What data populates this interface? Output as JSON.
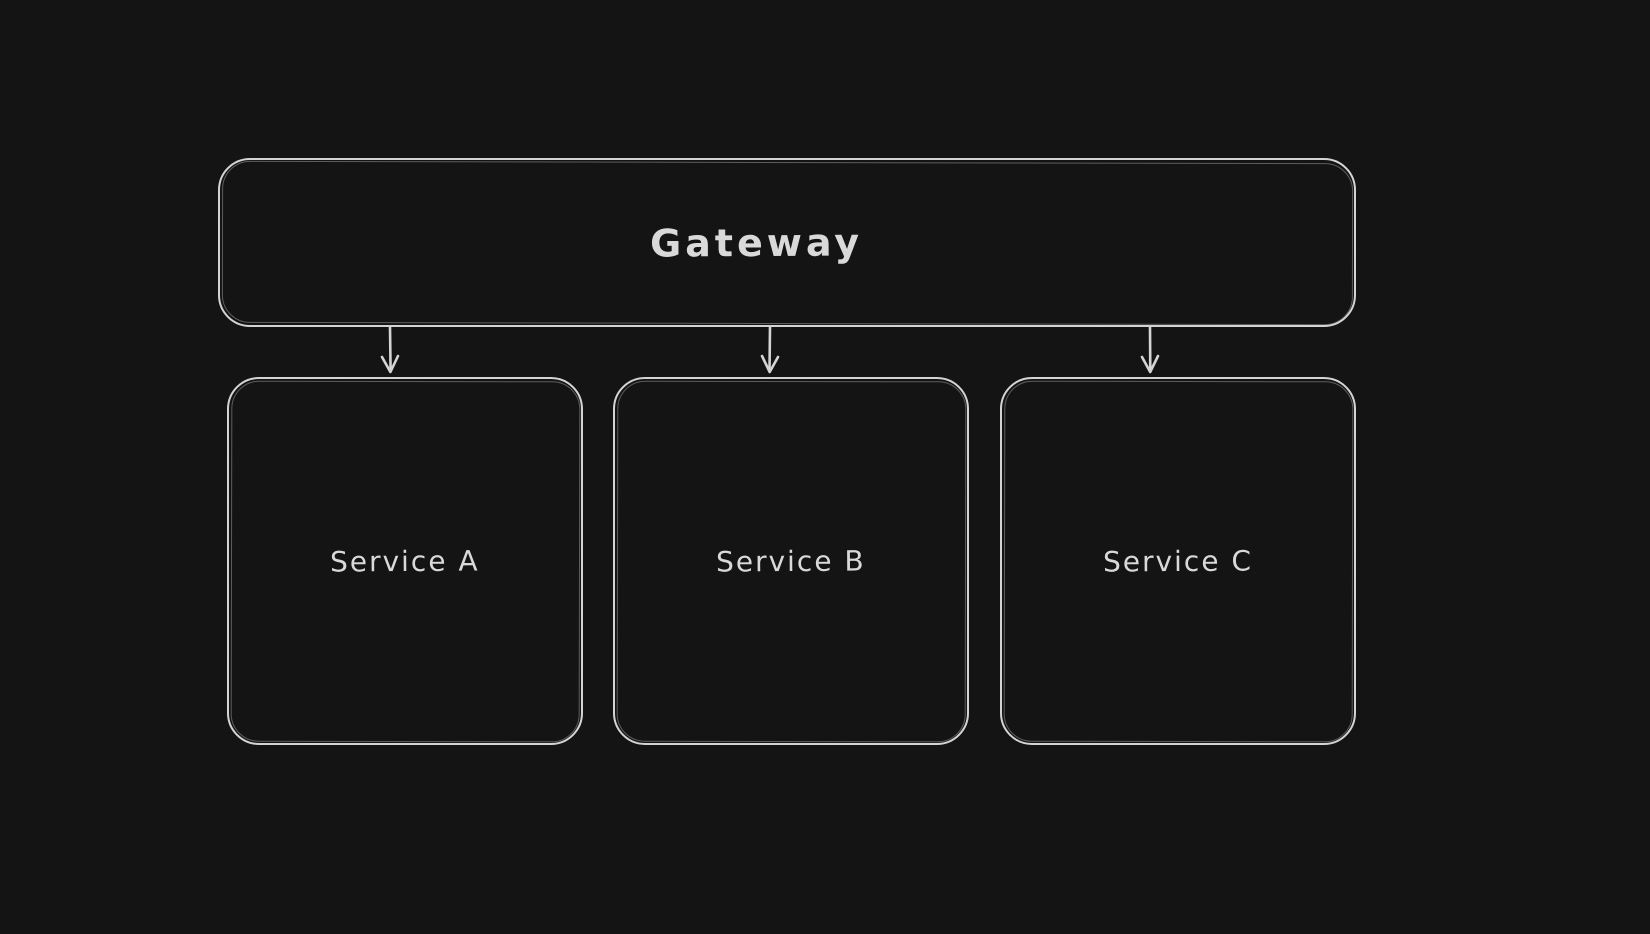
{
  "theme": {
    "background": "#141414",
    "stroke": "#d4d4d4",
    "text": "#d9d9d9"
  },
  "diagram": {
    "type": "flowchart",
    "style": "hand-drawn",
    "nodes": {
      "gateway": {
        "label": "Gateway"
      },
      "service_a": {
        "label": "Service A"
      },
      "service_b": {
        "label": "Service B"
      },
      "service_c": {
        "label": "Service C"
      }
    },
    "edges": [
      {
        "from": "gateway",
        "to": "service_a",
        "arrowhead": "open-v-down"
      },
      {
        "from": "gateway",
        "to": "service_b",
        "arrowhead": "open-v-down"
      },
      {
        "from": "gateway",
        "to": "service_c",
        "arrowhead": "open-v-down"
      }
    ]
  }
}
